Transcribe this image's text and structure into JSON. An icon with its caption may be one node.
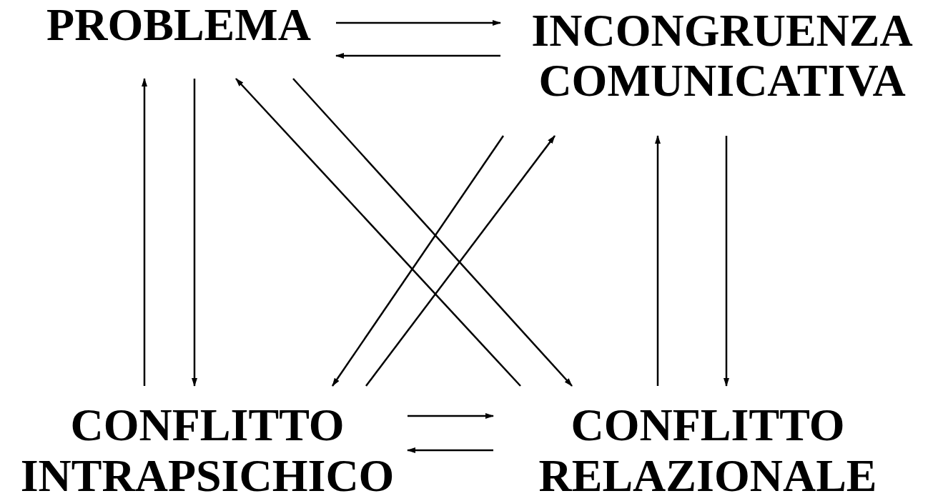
{
  "diagram": {
    "nodes": [
      {
        "text": [
          "PROBLEMA"
        ]
      },
      {
        "text": [
          "INCONGRUENZA COMUNICATIVA"
        ]
      },
      {
        "text": [
          "CONFLITTO INTRAPSICHICO"
        ]
      },
      {
        "text": [
          "CONFLITTO RELAZIONALE"
        ]
      }
    ],
    "edges": [
      {
        "from": 0,
        "to": 1,
        "arrow": "to"
      },
      {
        "from": 1,
        "to": 0,
        "arrow": "to"
      },
      {
        "from": 2,
        "to": 0,
        "arrow": "to"
      },
      {
        "from": 0,
        "to": 2,
        "arrow": "to"
      },
      {
        "from": 0,
        "to": 3,
        "arrow": "to"
      },
      {
        "from": 3,
        "to": 0,
        "arrow": "to"
      },
      {
        "from": 1,
        "to": 2,
        "arrow": "to"
      },
      {
        "from": 2,
        "to": 1,
        "arrow": "to"
      },
      {
        "from": 3,
        "to": 1,
        "arrow": "to"
      },
      {
        "from": 1,
        "to": 3,
        "arrow": "to"
      },
      {
        "from": 2,
        "to": 3,
        "arrow": "to"
      },
      {
        "from": 3,
        "to": 2,
        "arrow": "to"
      }
    ]
  }
}
